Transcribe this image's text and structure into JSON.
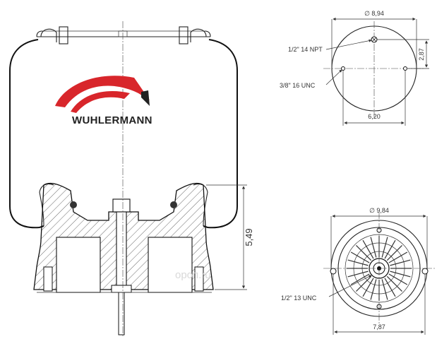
{
  "brand": {
    "name": "WUHLERMANN",
    "colors": {
      "red": "#d8262b",
      "dark": "#222222"
    }
  },
  "watermark": "ороп.ru",
  "top_view": {
    "diameter_label": "∅ 8,94",
    "npt_label": "1/2\" 14 NPT",
    "unc_label": "3/8\" 16 UNC",
    "side_dim_label": "2,87",
    "bottom_dim_label": "6,20"
  },
  "side_view": {
    "height_label": "5,49"
  },
  "bottom_view": {
    "diameter_label": "∅ 9,84",
    "unc_label": "1/2\" 13 UNC",
    "bottom_dim_label": "7,87"
  }
}
